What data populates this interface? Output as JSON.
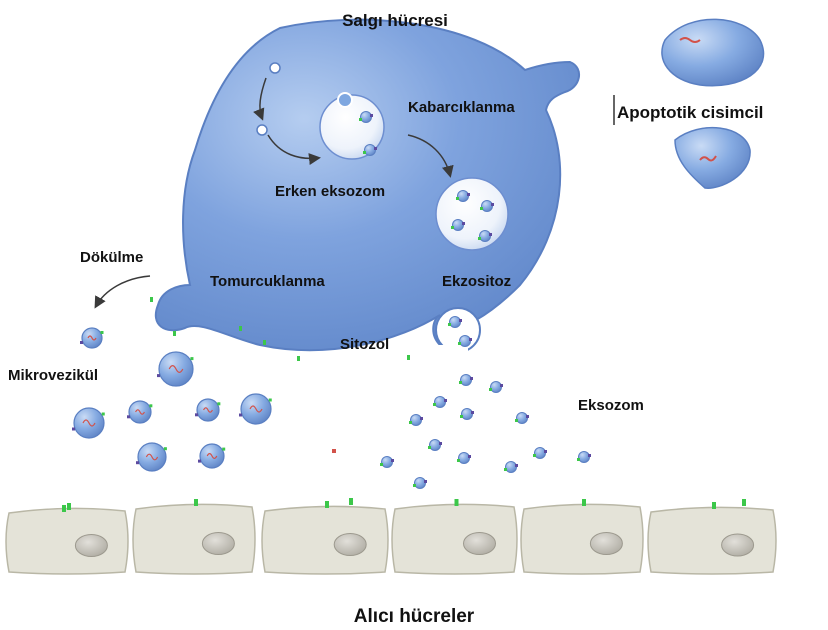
{
  "labels": {
    "secretory_cell": "Salgı hücresi",
    "budding_bubbling": "Kabarcıklanma",
    "apoptotic_body": "Apoptotik cisimcil",
    "early_exosome": "Erken eksozom",
    "shedding": "Dökülme",
    "budding": "Tomurcuklanma",
    "exocytosis": "Ekzositoz",
    "cytosol": "Sitozol",
    "microvesicle": "Mikrovezikül",
    "exosome": "Eksozom",
    "recipient_cells": "Alıcı hücreler"
  },
  "colors": {
    "cell_fill": "#6f95d6",
    "cell_stroke": "#5a7fc2",
    "vesicle_fill": "#7ea7e0",
    "recipient_fill": "#e4e3d8",
    "recipient_stroke": "#b9b7a6",
    "nucleus_fill": "#c9c6bd",
    "receptor_green": "#3cc74a",
    "marker_red": "#d2524a",
    "marker_purple": "#5b4aa0",
    "arrow": "#3a3a3a"
  },
  "icons": {
    "receptor": "receptor-icon",
    "vesicle": "vesicle-icon",
    "nucleus": "nucleus-icon",
    "arrow": "arrow-icon"
  }
}
